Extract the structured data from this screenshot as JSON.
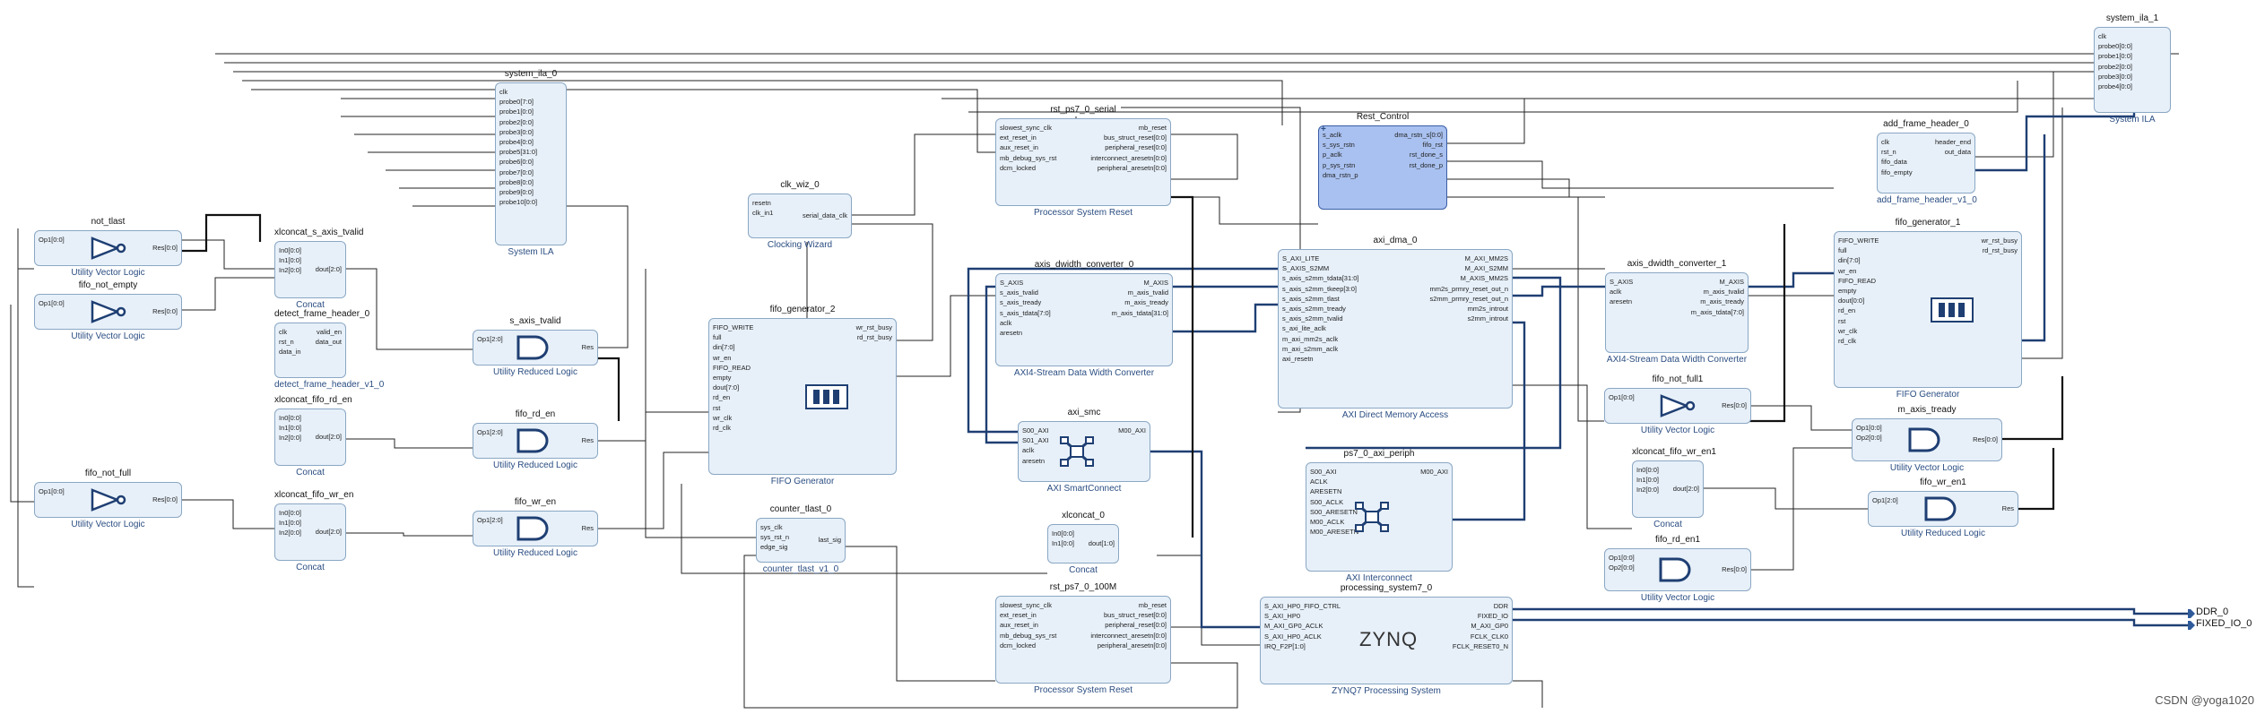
{
  "diagram": {
    "watermark": "CSDN @yoga1020",
    "ports_out": [
      "DDR_0",
      "FIXED_IO_0"
    ],
    "zynq_logo": "ZYNQ",
    "blocks": {
      "not_tlast": {
        "title": "not_tlast",
        "sub": "Utility Vector Logic",
        "in": [
          "Op1[0:0]"
        ],
        "out": [
          "Res[0:0]"
        ]
      },
      "fifo_not_empty": {
        "title": "fifo_not_empty",
        "sub": "Utility Vector Logic",
        "in": [
          "Op1[0:0]"
        ],
        "out": [
          "Res[0:0]"
        ]
      },
      "fifo_not_full": {
        "title": "fifo_not_full",
        "sub": "Utility Vector Logic",
        "in": [
          "Op1[0:0]"
        ],
        "out": [
          "Res[0:0]"
        ]
      },
      "xlconcat_s_axis_tvalid": {
        "title": "xlconcat_s_axis_tvalid",
        "sub": "Concat",
        "in": [
          "In0[0:0]",
          "In1[0:0]",
          "In2[0:0]"
        ],
        "out": [
          "dout[2:0]"
        ]
      },
      "detect_frame_header_0": {
        "title": "detect_frame_header_0",
        "sub": "detect_frame_header_v1_0",
        "in": [
          "clk",
          "rst_n",
          "data_in"
        ],
        "out": [
          "valid_en",
          "data_out"
        ]
      },
      "xlconcat_fifo_rd_en": {
        "title": "xlconcat_fifo_rd_en",
        "sub": "Concat",
        "in": [
          "In0[0:0]",
          "In1[0:0]",
          "In2[0:0]"
        ],
        "out": [
          "dout[2:0]"
        ]
      },
      "xlconcat_fifo_wr_en": {
        "title": "xlconcat_fifo_wr_en",
        "sub": "Concat",
        "in": [
          "In0[0:0]",
          "In1[0:0]",
          "In2[0:0]"
        ],
        "out": [
          "dout[2:0]"
        ]
      },
      "system_ila_0": {
        "title": "system_ila_0",
        "sub": "System ILA",
        "in": [
          "clk",
          "probe0[7:0]",
          "probe1[0:0]",
          "probe2[0:0]",
          "probe3[0:0]",
          "probe4[0:0]",
          "probe5[31:0]",
          "probe6[0:0]",
          "probe7[0:0]",
          "probe8[0:0]",
          "probe9[0:0]",
          "probe10[0:0]"
        ],
        "out": []
      },
      "s_axis_tvalid": {
        "title": "s_axis_tvalid",
        "sub": "Utility Reduced Logic",
        "in": [
          "Op1[2:0]"
        ],
        "out": [
          "Res"
        ]
      },
      "fifo_rd_en": {
        "title": "fifo_rd_en",
        "sub": "Utility Reduced Logic",
        "in": [
          "Op1[2:0]"
        ],
        "out": [
          "Res"
        ]
      },
      "fifo_wr_en": {
        "title": "fifo_wr_en",
        "sub": "Utility Reduced Logic",
        "in": [
          "Op1[2:0]"
        ],
        "out": [
          "Res"
        ]
      },
      "clk_wiz_0": {
        "title": "clk_wiz_0",
        "sub": "Clocking Wizard",
        "in": [
          "resetn",
          "clk_in1"
        ],
        "out": [
          "serial_data_clk"
        ]
      },
      "fifo_generator_2": {
        "title": "fifo_generator_2",
        "sub": "FIFO Generator",
        "in": [
          "FIFO_WRITE",
          "full",
          "din[7:0]",
          "wr_en",
          "FIFO_READ",
          "empty",
          "dout[7:0]",
          "rd_en",
          "rst",
          "wr_clk",
          "rd_clk"
        ],
        "out": [
          "wr_rst_busy",
          "rd_rst_busy"
        ]
      },
      "counter_tlast_0": {
        "title": "counter_tlast_0",
        "sub": "counter_tlast_v1_0",
        "in": [
          "sys_clk",
          "sys_rst_n",
          "edge_sig"
        ],
        "out": [
          "last_sig"
        ]
      },
      "rst_ps7_0_serial": {
        "title": "rst_ps7_0_serial",
        "sub": "Processor System Reset",
        "in": [
          "slowest_sync_clk",
          "ext_reset_in",
          "aux_reset_in",
          "mb_debug_sys_rst",
          "dcm_locked"
        ],
        "out": [
          "mb_reset",
          "bus_struct_reset[0:0]",
          "peripheral_reset[0:0]",
          "interconnect_aresetn[0:0]",
          "peripheral_aresetn[0:0]"
        ]
      },
      "axis_dwidth_converter_0": {
        "title": "axis_dwidth_converter_0",
        "sub": "AXI4-Stream Data Width Converter",
        "in": [
          "S_AXIS",
          "s_axis_tvalid",
          "s_axis_tready",
          "s_axis_tdata[7:0]",
          "aclk",
          "aresetn"
        ],
        "out": [
          "M_AXIS",
          "m_axis_tvalid",
          "m_axis_tready",
          "m_axis_tdata[31:0]"
        ]
      },
      "axi_smc": {
        "title": "axi_smc",
        "sub": "AXI SmartConnect",
        "in": [
          "S00_AXI",
          "S01_AXI",
          "aclk",
          "aresetn"
        ],
        "out": [
          "M00_AXI"
        ]
      },
      "xlconcat_0": {
        "title": "xlconcat_0",
        "sub": "Concat",
        "in": [
          "In0[0:0]",
          "In1[0:0]"
        ],
        "out": [
          "dout[1:0]"
        ]
      },
      "rst_ps7_0_100M": {
        "title": "rst_ps7_0_100M",
        "sub": "Processor System Reset",
        "in": [
          "slowest_sync_clk",
          "ext_reset_in",
          "aux_reset_in",
          "mb_debug_sys_rst",
          "dcm_locked"
        ],
        "out": [
          "mb_reset",
          "bus_struct_reset[0:0]",
          "peripheral_reset[0:0]",
          "interconnect_aresetn[0:0]",
          "peripheral_aresetn[0:0]"
        ]
      },
      "Rest_Control": {
        "title": "Rest_Control",
        "sub": "",
        "in": [
          "s_aclk",
          "s_sys_rstn",
          "p_aclk",
          "p_sys_rstn",
          "dma_rstn_p"
        ],
        "out": [
          "dma_rstn_s[0:0]",
          "fifo_rst",
          "rst_done_s",
          "rst_done_p"
        ]
      },
      "axi_dma_0": {
        "title": "axi_dma_0",
        "sub": "AXI Direct Memory Access",
        "in": [
          "S_AXI_LITE",
          "S_AXIS_S2MM",
          "s_axis_s2mm_tdata[31:0]",
          "s_axis_s2mm_tkeep[3:0]",
          "s_axis_s2mm_tlast",
          "s_axis_s2mm_tready",
          "s_axis_s2mm_tvalid",
          "s_axi_lite_aclk",
          "m_axi_mm2s_aclk",
          "m_axi_s2mm_aclk",
          "axi_resetn"
        ],
        "out": [
          "M_AXI_MM2S",
          "M_AXI_S2MM",
          "M_AXIS_MM2S",
          "mm2s_prmry_reset_out_n",
          "s2mm_prmry_reset_out_n",
          "mm2s_introut",
          "s2mm_introut"
        ]
      },
      "ps7_0_axi_periph": {
        "title": "ps7_0_axi_periph",
        "sub": "AXI Interconnect",
        "in": [
          "S00_AXI",
          "ACLK",
          "ARESETN",
          "S00_ACLK",
          "S00_ARESETN",
          "M00_ACLK",
          "M00_ARESETN"
        ],
        "out": [
          "M00_AXI"
        ]
      },
      "processing_system7_0": {
        "title": "processing_system7_0",
        "sub": "ZYNQ7 Processing System",
        "in": [
          "S_AXI_HP0_FIFO_CTRL",
          "S_AXI_HP0",
          "M_AXI_GP0_ACLK",
          "S_AXI_HP0_ACLK",
          "IRQ_F2P[1:0]"
        ],
        "out": [
          "DDR",
          "FIXED_IO",
          "M_AXI_GP0",
          "FCLK_CLK0",
          "FCLK_RESET0_N"
        ]
      },
      "system_ila_1": {
        "title": "system_ila_1",
        "sub": "System ILA",
        "in": [
          "clk",
          "probe0[0:0]",
          "probe1[0:0]",
          "probe2[0:0]",
          "probe3[0:0]",
          "probe4[0:0]"
        ],
        "out": []
      },
      "add_frame_header_0": {
        "title": "add_frame_header_0",
        "sub": "add_frame_header_v1_0",
        "in": [
          "clk",
          "rst_n",
          "fifo_data",
          "fifo_empty"
        ],
        "out": [
          "header_end",
          "out_data"
        ]
      },
      "fifo_generator_1": {
        "title": "fifo_generator_1",
        "sub": "FIFO Generator",
        "in": [
          "FIFO_WRITE",
          "full",
          "din[7:0]",
          "wr_en",
          "FIFO_READ",
          "empty",
          "dout[0:0]",
          "rd_en",
          "rst",
          "wr_clk",
          "rd_clk"
        ],
        "out": [
          "wr_rst_busy",
          "rd_rst_busy"
        ]
      },
      "axis_dwidth_converter_1": {
        "title": "axis_dwidth_converter_1",
        "sub": "AXI4-Stream Data Width Converter",
        "in": [
          "S_AXIS",
          "aclk",
          "aresetn"
        ],
        "out": [
          "M_AXIS",
          "m_axis_tvalid",
          "m_axis_tready",
          "m_axis_tdata[7:0]"
        ]
      },
      "fifo_not_full1": {
        "title": "fifo_not_full1",
        "sub": "Utility Vector Logic",
        "in": [
          "Op1[0:0]"
        ],
        "out": [
          "Res[0:0]"
        ]
      },
      "m_axis_tready": {
        "title": "m_axis_tready",
        "sub": "Utility Vector Logic",
        "in": [
          "Op1[0:0]",
          "Op2[0:0]"
        ],
        "out": [
          "Res[0:0]"
        ]
      },
      "xlconcat_fifo_wr_en1": {
        "title": "xlconcat_fifo_wr_en1",
        "sub": "Concat",
        "in": [
          "In0[0:0]",
          "In1[0:0]",
          "In2[0:0]"
        ],
        "out": [
          "dout[2:0]"
        ]
      },
      "fifo_wr_en1": {
        "title": "fifo_wr_en1",
        "sub": "Utility Reduced Logic",
        "in": [
          "Op1[2:0]"
        ],
        "out": [
          "Res"
        ]
      },
      "fifo_rd_en1": {
        "title": "fifo_rd_en1",
        "sub": "Utility Vector Logic",
        "in": [
          "Op1[0:0]",
          "Op2[0:0]"
        ],
        "out": [
          "Res[0:0]"
        ]
      }
    }
  }
}
